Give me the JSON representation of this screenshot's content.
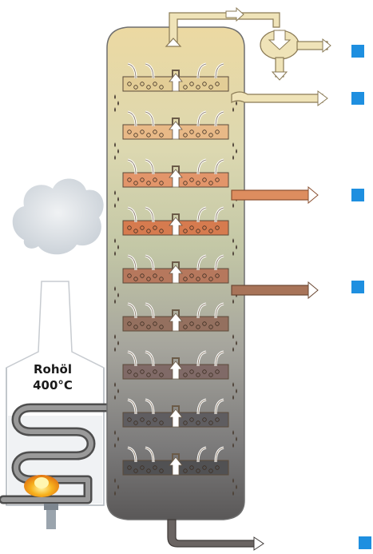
{
  "furnace": {
    "label_line1": "Rohöl",
    "label_line2": "400°C"
  },
  "colors": {
    "column_top": "#e9d7a2",
    "column_bottom": "#5c5a5a",
    "outlet_marker": "#1e8fe0",
    "pipe_outline": "#6f5a3c",
    "flame": "#f4a21a",
    "smoke": "#d8dde3"
  },
  "column": {
    "tray_count": 9,
    "tray_colors": [
      "#e3cd96",
      "#e8b987",
      "#e2956a",
      "#d67b4f",
      "#b6785d",
      "#94705f",
      "#806a67",
      "#5f5d60",
      "#515153"
    ],
    "band_colors": [
      "#ead9a6",
      "#dfd8b0",
      "#c9cfa7",
      "#c2c6a8",
      "#b8baa6",
      "#a8a8a0",
      "#8f8f8f",
      "#767676",
      "#606060"
    ]
  },
  "outlets": [
    {
      "name": "outlet-top-gas",
      "marker": "square"
    },
    {
      "name": "outlet-light",
      "marker": "square"
    },
    {
      "name": "outlet-middle",
      "marker": "square"
    },
    {
      "name": "outlet-heavy",
      "marker": "square"
    },
    {
      "name": "outlet-bottom-residue",
      "marker": "square"
    }
  ]
}
